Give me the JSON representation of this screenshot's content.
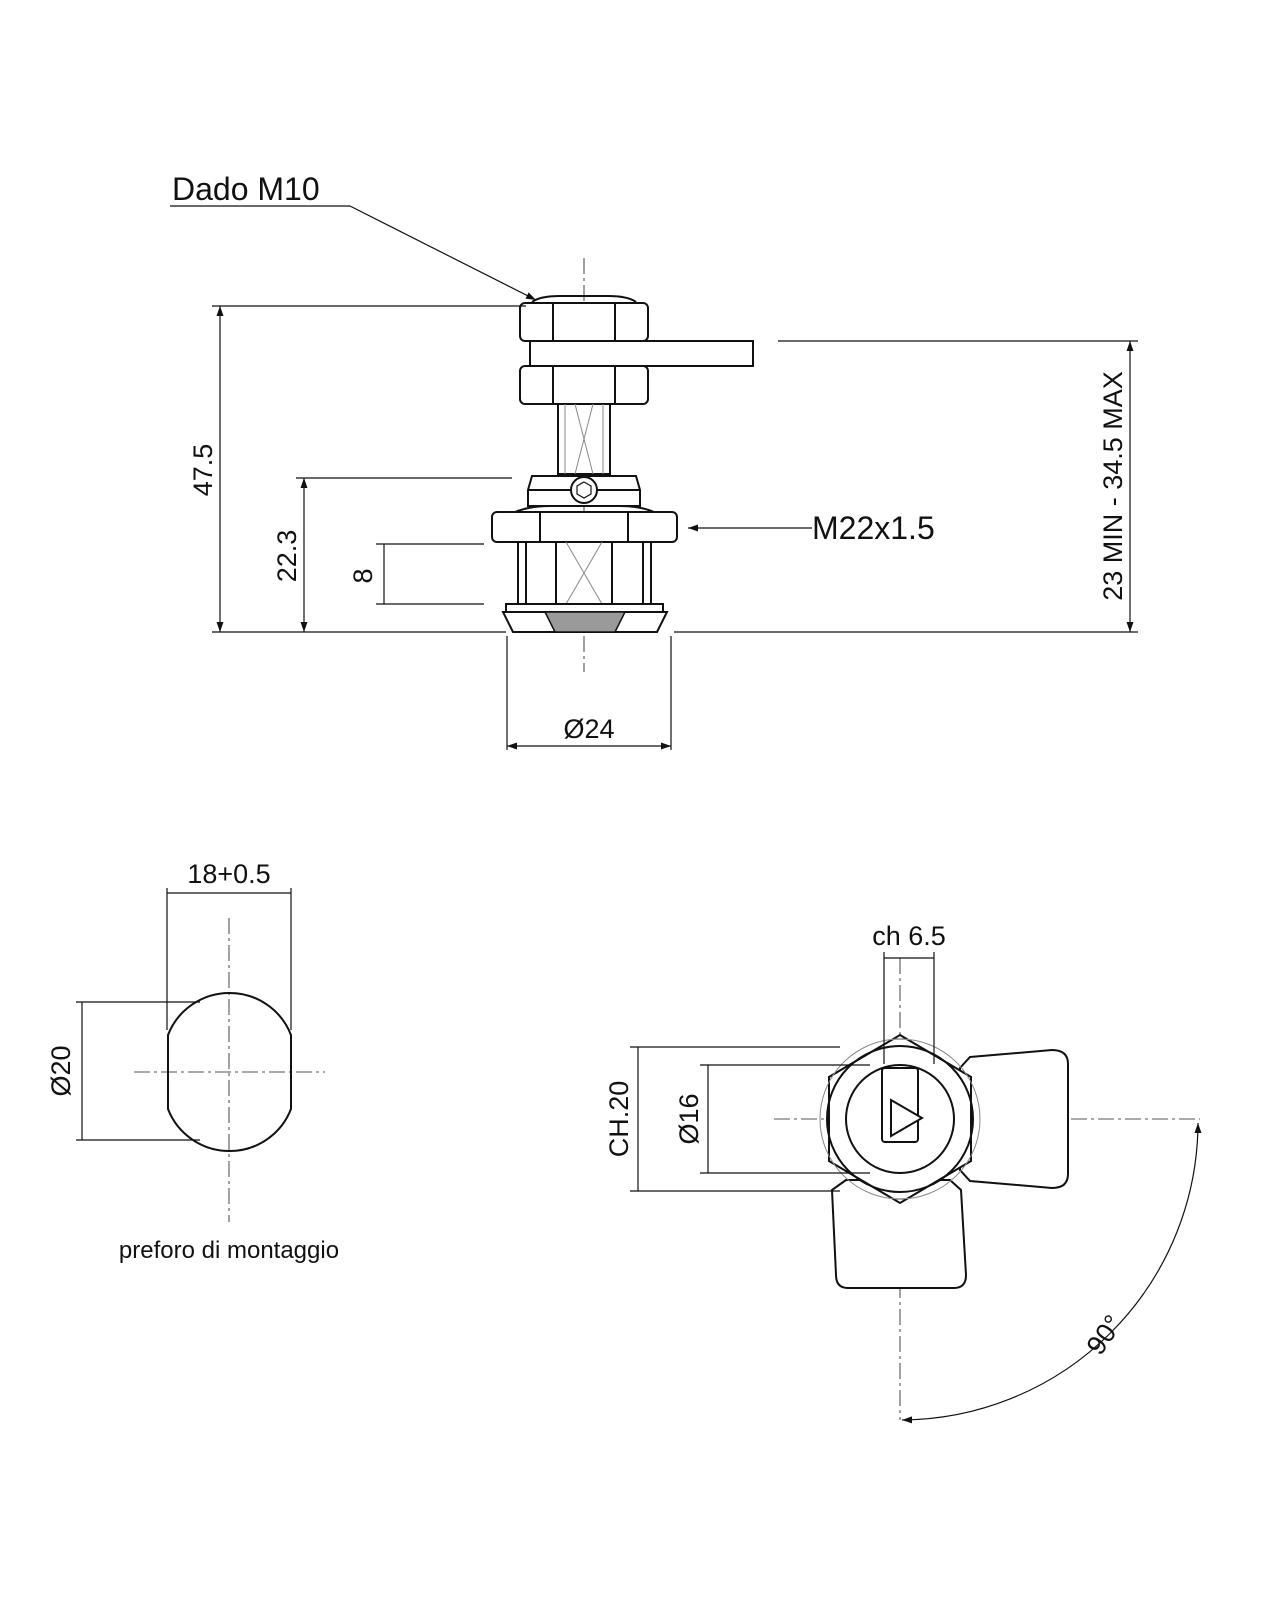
{
  "side_view": {
    "nut_callout": "Dado M10",
    "thread_callout": "M22x1.5",
    "dim_total_height": "47.5",
    "dim_body_height": "22.3",
    "dim_flange": "8",
    "dim_range": "23 MIN - 34.5 MAX",
    "dim_diameter": "Ø24"
  },
  "mounting_hole": {
    "dim_flat": "18+0.5",
    "dim_diameter": "Ø20",
    "caption": "preforo di montaggio"
  },
  "front_view": {
    "dim_key": "ch 6.5",
    "dim_hex": "CH.20",
    "dim_inner": "Ø16",
    "dim_angle": "90°"
  }
}
